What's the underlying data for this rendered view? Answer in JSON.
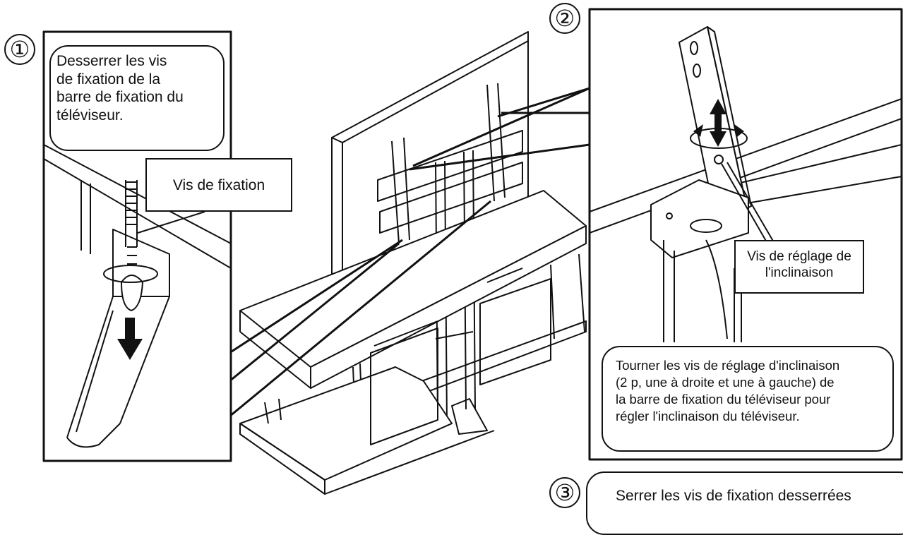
{
  "steps": {
    "step1": {
      "number": "①",
      "instruction_lines": [
        "Desserrer les vis",
        "de fixation de la",
        "barre de fixation du",
        "téléviseur."
      ],
      "part_label": "Vis de fixation"
    },
    "step2": {
      "number": "②",
      "part_label_lines": [
        "Vis de réglage de",
        "l'inclinaison"
      ],
      "instruction_lines": [
        "Tourner les vis de réglage d'inclinaison",
        "(2 p, une à droite et une à gauche) de",
        "la barre de fixation du téléviseur pour",
        "régler l'inclinaison du téléviseur."
      ]
    },
    "step3": {
      "number": "③",
      "instruction": "Serrer les vis de fixation desserrées"
    }
  },
  "colors": {
    "line": "#111111",
    "background": "#ffffff"
  }
}
